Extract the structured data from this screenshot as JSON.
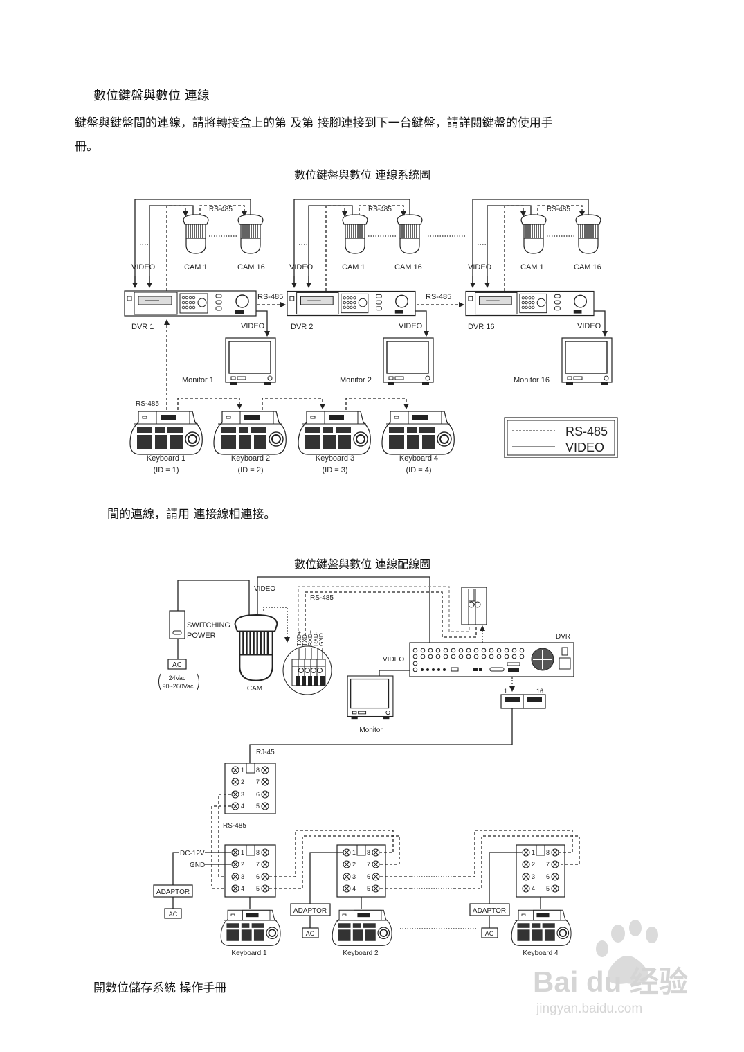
{
  "document": {
    "heading": "數位鍵盤與數位 連線",
    "paragraph1_line1": "鍵盤與鍵盤間的連線，請將轉接盒上的第  及第  接腳連接到下一台鍵盤，請詳閱鍵盤的使用手",
    "paragraph1_line2": "冊。",
    "paragraph2": "間的連線，請用        連接線相連接。",
    "footer": "開數位儲存系統 操作手冊"
  },
  "diagram1": {
    "caption": "數位鍵盤與數位      連線系統圖",
    "groups": [
      {
        "dvr": "DVR 1",
        "monitor": "Monitor 1",
        "cam_first": "CAM 1",
        "cam_last": "CAM 16",
        "video_in": "VIDEO",
        "video_out": "VIDEO",
        "rs485": "RS-485"
      },
      {
        "dvr": "DVR 2",
        "monitor": "Monitor 2",
        "cam_first": "CAM 1",
        "cam_last": "CAM 16",
        "video_in": "VIDEO",
        "video_out": "VIDEO",
        "rs485": "RS-485"
      },
      {
        "dvr": "DVR 16",
        "monitor": "Monitor 16",
        "cam_first": "CAM 1",
        "cam_last": "CAM 16",
        "video_in": "VIDEO",
        "video_out": "VIDEO",
        "rs485": "RS-485"
      }
    ],
    "dvr_link_label": "RS-485",
    "keyboard_rs485": "RS-485",
    "keyboards": [
      {
        "name": "Keyboard 1",
        "id": "(ID = 1)"
      },
      {
        "name": "Keyboard 2",
        "id": "(ID = 2)"
      },
      {
        "name": "Keyboard 3",
        "id": "(ID = 3)"
      },
      {
        "name": "Keyboard 4",
        "id": "(ID = 4)"
      }
    ],
    "legend": {
      "rs485": "RS-485",
      "video": "VIDEO"
    }
  },
  "diagram2": {
    "caption": "數位鍵盤與數位      連線配線圖",
    "video_label": "VIDEO",
    "rs485_label": "RS-485",
    "switching_power": [
      "SWITCHING",
      "POWER"
    ],
    "ac": "AC",
    "voltage": [
      "24Vac",
      "90~260Vac"
    ],
    "cam": "CAM",
    "terminals": [
      "TXD+",
      "TXD-",
      "RXD+",
      "RXD-",
      "GND"
    ],
    "dvr": "DVR",
    "dvr_video": "VIDEO",
    "monitor": "Monitor",
    "port_first": "1",
    "port_last": "16",
    "rj45": "RJ-45",
    "rs485_bus": "RS-485",
    "dc12v": "DC-12V",
    "gnd": "GND",
    "adaptor": "ADAPTOR",
    "pins_left": [
      "1",
      "2",
      "3",
      "4"
    ],
    "pins_right": [
      "8",
      "7",
      "6",
      "5"
    ],
    "keyboards": [
      "Keyboard 1",
      "Keyboard 2",
      "Keyboard 4"
    ]
  },
  "watermark": {
    "brand": "Bai du 经验",
    "url": "jingyan.baidu.com"
  }
}
